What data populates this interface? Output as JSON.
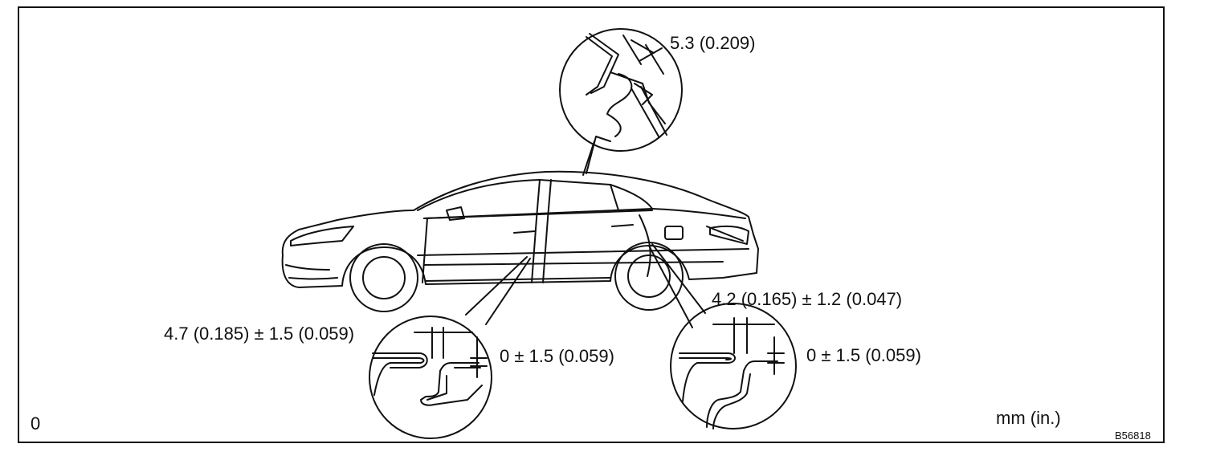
{
  "callouts": {
    "roof": "5.3 (0.209)",
    "front_gap": "4.7 (0.185) ± 1.5 (0.059)",
    "front_flush": "0 ± 1.5 (0.059)",
    "rear_gap": "4.2 (0.165) ± 1.2 (0.047)",
    "rear_flush": "0 ± 1.5 (0.059)"
  },
  "corner_mark": "0",
  "units": "mm (in.)",
  "figure_code": "B56818"
}
